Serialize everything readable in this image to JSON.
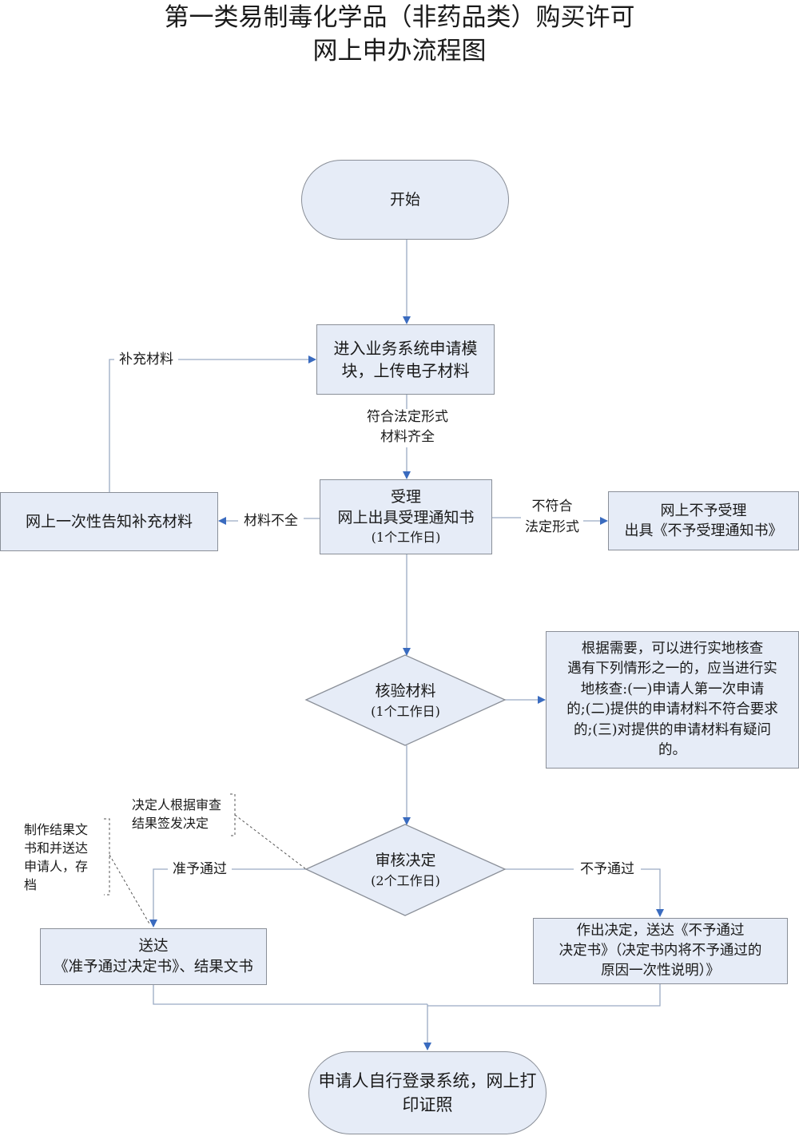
{
  "title": {
    "line1": "第一类易制毒化学品（非药品类）购买许可",
    "line2": "网上申办流程图"
  },
  "colors": {
    "node_fill": "#e6ecf7",
    "node_border": "#8a8f98",
    "edge": "#9aaac4",
    "arrow": "#3a6bbf",
    "callout": "#555555"
  },
  "nodes": {
    "start": {
      "label": "开始"
    },
    "upload": {
      "label": "进入业务系统申请模块，上传电子材料",
      "line1": "进入业务系统申请模",
      "line2": "块，上传电子材料"
    },
    "accept": {
      "line1": "受理",
      "line2": "网上出具受理通知书",
      "duration": "(1个工作日)"
    },
    "notify_supplement": {
      "label": "网上一次性告知补充材料"
    },
    "reject_accept": {
      "line1": "网上不予受理",
      "line2": "出具《不予受理通知书》"
    },
    "verify": {
      "label": "核验材料",
      "duration": "(1个工作日)"
    },
    "onsite_check": {
      "lines": [
        "根据需要，可以进行实地核查",
        "遇有下列情形之一的，应当进行实",
        "地核查:(一)申请人第一次申请",
        "的;(二)提供的申请材料不符合要求",
        "的;(三)对提供的申请材料有疑问",
        "的。"
      ]
    },
    "review": {
      "label": "审核决定",
      "duration": "(2个工作日)"
    },
    "deliver_approve": {
      "line1": "送达",
      "line2": "《准予通过决定书》、结果文书"
    },
    "deliver_reject": {
      "lines": [
        "作出决定，送达《不予通过",
        "决定书》（决定书内将不予通过的",
        "原因一次性说明）》"
      ]
    },
    "end": {
      "line1": "申请人自行登录系统，网上打",
      "line2": "印证照"
    }
  },
  "edge_labels": {
    "supplement": "补充材料",
    "compliant_line1": "符合法定形式",
    "compliant_line2": "材料齐全",
    "incomplete": "材料不全",
    "noncompliant_line1": "不符合",
    "noncompliant_line2": "法定形式",
    "approve": "准予通过",
    "reject": "不予通过"
  },
  "notes": {
    "decider": {
      "lines": [
        "决定人根据审查",
        "结果签发决定"
      ]
    },
    "producer": {
      "lines": [
        "制作结果文",
        "书和并送达",
        "申请人，存",
        "档"
      ]
    }
  }
}
